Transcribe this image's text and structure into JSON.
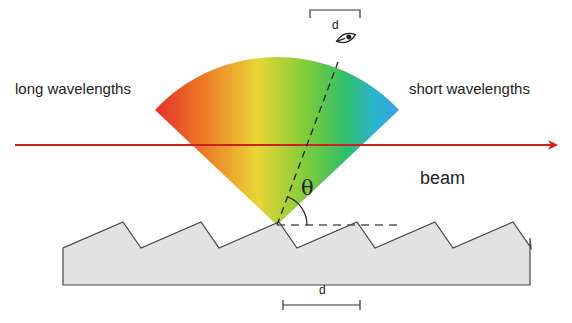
{
  "diagram": {
    "labels": [
      "d",
      "long wavelengths",
      "short wavelengths",
      "beam",
      "θ",
      "d"
    ]
  }
}
